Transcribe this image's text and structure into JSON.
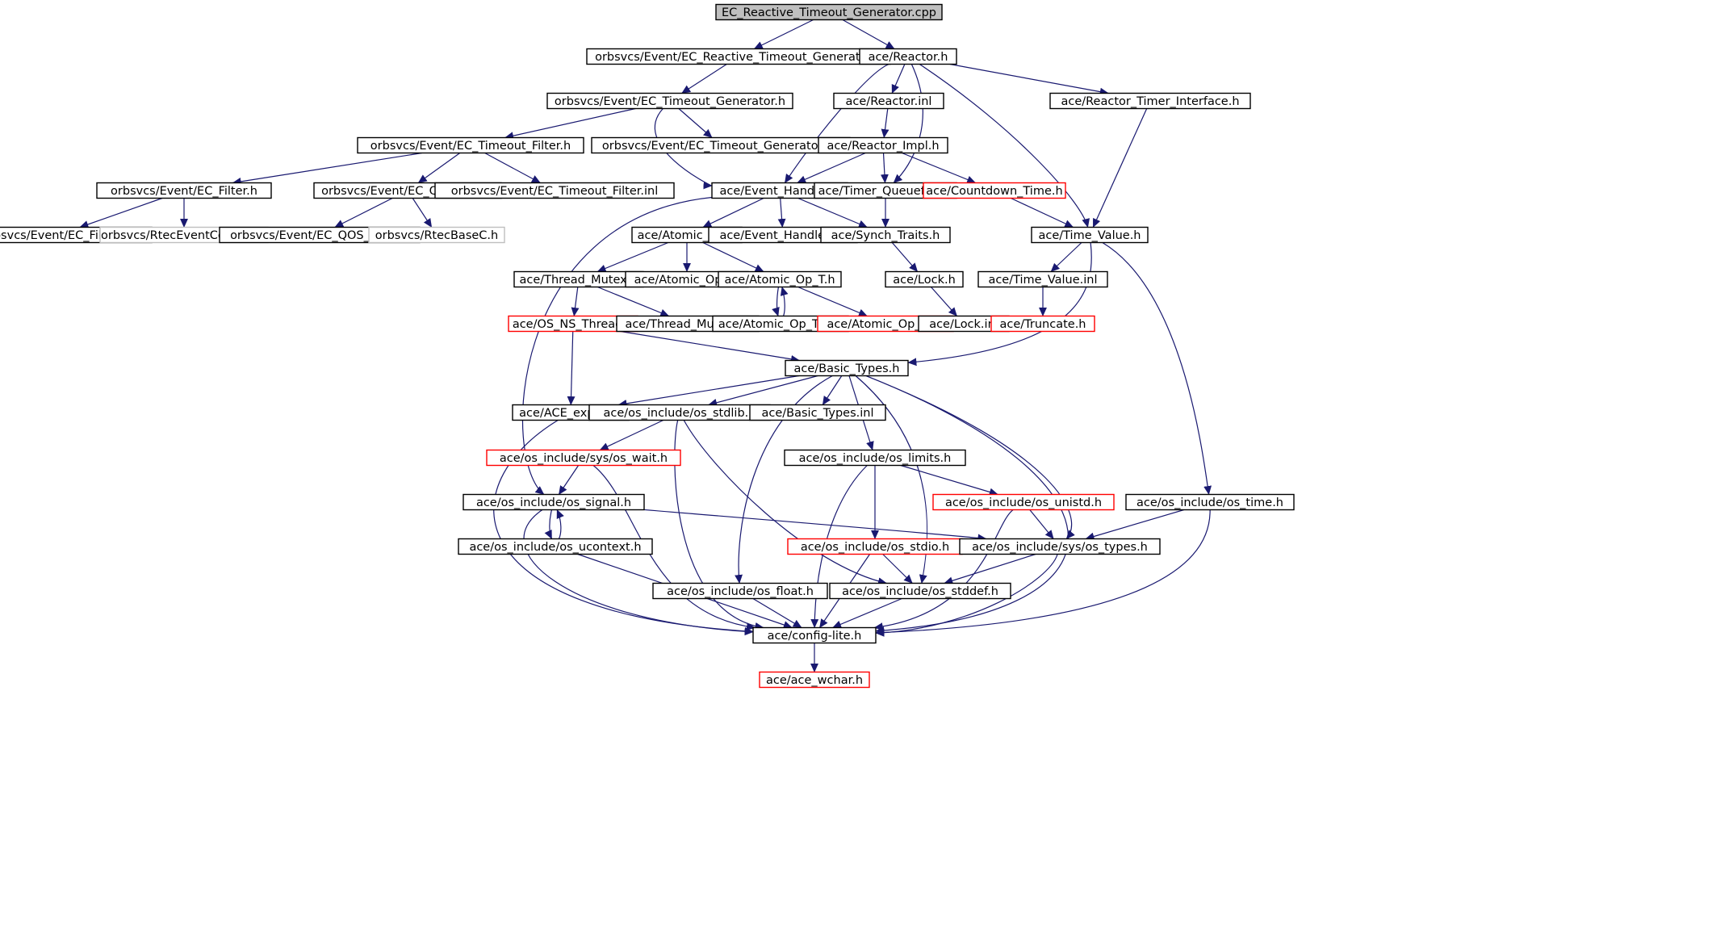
{
  "colors": {
    "edge": "#191970",
    "box_default": "#000000",
    "box_truncated": "#ff0000",
    "box_external": "#bfbfbf",
    "root_fill": "#bfbfbf"
  },
  "nodes": [
    {
      "id": "root",
      "label": "EC_Reactive_Timeout_Generator.cpp",
      "style": "root"
    },
    {
      "id": "ecrtg_h",
      "label": "orbsvcs/Event/EC_Reactive_Timeout_Generator.h",
      "style": "default"
    },
    {
      "id": "reactor_h",
      "label": "ace/Reactor.h",
      "style": "default"
    },
    {
      "id": "ectg_h",
      "label": "orbsvcs/Event/EC_Timeout_Generator.h",
      "style": "default"
    },
    {
      "id": "reactor_inl",
      "label": "ace/Reactor.inl",
      "style": "default"
    },
    {
      "id": "rti_h",
      "label": "ace/Reactor_Timer_Interface.h",
      "style": "default"
    },
    {
      "id": "ectf_h",
      "label": "orbsvcs/Event/EC_Timeout_Filter.h",
      "style": "default"
    },
    {
      "id": "ectg_inl",
      "label": "orbsvcs/Event/EC_Timeout_Generator.inl",
      "style": "default"
    },
    {
      "id": "reactor_impl_h",
      "label": "ace/Reactor_Impl.h",
      "style": "default"
    },
    {
      "id": "ecf_h",
      "label": "orbsvcs/Event/EC_Filter.h",
      "style": "default"
    },
    {
      "id": "ecqos_h",
      "label": "orbsvcs/Event/EC_QOS_Info.h",
      "style": "default"
    },
    {
      "id": "ectf_inl",
      "label": "orbsvcs/Event/EC_Timeout_Filter.inl",
      "style": "default"
    },
    {
      "id": "evh_h",
      "label": "ace/Event_Handler.h",
      "style": "default"
    },
    {
      "id": "tqfwd_h",
      "label": "ace/Timer_Queuefwd.h",
      "style": "default"
    },
    {
      "id": "cdt_h",
      "label": "ace/Countdown_Time.h",
      "style": "truncated"
    },
    {
      "id": "ecf_inl",
      "label": "orbsvcs/Event/EC_Filter.inl",
      "style": "default"
    },
    {
      "id": "rtecevcc_h",
      "label": "orbsvcs/RtecEventCommC.h",
      "style": "external"
    },
    {
      "id": "ecqos_inl",
      "label": "orbsvcs/Event/EC_QOS_Info.inl",
      "style": "default"
    },
    {
      "id": "rtecbasec_h",
      "label": "orbsvcs/RtecBaseC.h",
      "style": "external"
    },
    {
      "id": "atomic_op_h",
      "label": "ace/Atomic_Op.h",
      "style": "default"
    },
    {
      "id": "evh_inl",
      "label": "ace/Event_Handler.inl",
      "style": "default"
    },
    {
      "id": "synch_traits_h",
      "label": "ace/Synch_Traits.h",
      "style": "default"
    },
    {
      "id": "time_value_h",
      "label": "ace/Time_Value.h",
      "style": "default"
    },
    {
      "id": "thread_mutex_h",
      "label": "ace/Thread_Mutex.h",
      "style": "default"
    },
    {
      "id": "atomic_op_inl",
      "label": "ace/Atomic_Op.inl",
      "style": "default"
    },
    {
      "id": "atomic_op_t_h",
      "label": "ace/Atomic_Op_T.h",
      "style": "default"
    },
    {
      "id": "lock_h",
      "label": "ace/Lock.h",
      "style": "default"
    },
    {
      "id": "time_value_inl",
      "label": "ace/Time_Value.inl",
      "style": "default"
    },
    {
      "id": "os_ns_thread_h",
      "label": "ace/OS_NS_Thread.h",
      "style": "truncated"
    },
    {
      "id": "thread_mutex_inl",
      "label": "ace/Thread_Mutex.inl",
      "style": "default"
    },
    {
      "id": "atomic_op_t_cpp",
      "label": "ace/Atomic_Op_T.cpp",
      "style": "default"
    },
    {
      "id": "atomic_op_t_inl",
      "label": "ace/Atomic_Op_T.inl",
      "style": "truncated"
    },
    {
      "id": "lock_inl",
      "label": "ace/Lock.inl",
      "style": "default"
    },
    {
      "id": "truncate_h",
      "label": "ace/Truncate.h",
      "style": "truncated"
    },
    {
      "id": "basic_types_h",
      "label": "ace/Basic_Types.h",
      "style": "default"
    },
    {
      "id": "ace_export_h",
      "label": "ace/ACE_export.h",
      "style": "default"
    },
    {
      "id": "os_stdlib_h",
      "label": "ace/os_include/os_stdlib.h",
      "style": "default"
    },
    {
      "id": "basic_types_inl",
      "label": "ace/Basic_Types.inl",
      "style": "default"
    },
    {
      "id": "os_wait_h",
      "label": "ace/os_include/sys/os_wait.h",
      "style": "truncated"
    },
    {
      "id": "os_limits_h",
      "label": "ace/os_include/os_limits.h",
      "style": "default"
    },
    {
      "id": "os_signal_h",
      "label": "ace/os_include/os_signal.h",
      "style": "default"
    },
    {
      "id": "os_unistd_h",
      "label": "ace/os_include/os_unistd.h",
      "style": "truncated"
    },
    {
      "id": "os_time_h",
      "label": "ace/os_include/os_time.h",
      "style": "default"
    },
    {
      "id": "os_ucontext_h",
      "label": "ace/os_include/os_ucontext.h",
      "style": "default"
    },
    {
      "id": "os_stdio_h",
      "label": "ace/os_include/os_stdio.h",
      "style": "truncated"
    },
    {
      "id": "os_types_h",
      "label": "ace/os_include/sys/os_types.h",
      "style": "default"
    },
    {
      "id": "os_float_h",
      "label": "ace/os_include/os_float.h",
      "style": "default"
    },
    {
      "id": "os_stddef_h",
      "label": "ace/os_include/os_stddef.h",
      "style": "default"
    },
    {
      "id": "config_lite_h",
      "label": "ace/config-lite.h",
      "style": "default"
    },
    {
      "id": "ace_wchar_h",
      "label": "ace/ace_wchar.h",
      "style": "truncated"
    }
  ],
  "edges": [
    [
      "root",
      "ecrtg_h"
    ],
    [
      "root",
      "reactor_h"
    ],
    [
      "ecrtg_h",
      "ectg_h"
    ],
    [
      "reactor_h",
      "reactor_inl"
    ],
    [
      "reactor_h",
      "rti_h"
    ],
    [
      "reactor_h",
      "evh_h"
    ],
    [
      "reactor_h",
      "tqfwd_h"
    ],
    [
      "reactor_h",
      "time_value_h"
    ],
    [
      "ectg_h",
      "ectf_h"
    ],
    [
      "ectg_h",
      "ectg_inl"
    ],
    [
      "ectg_h",
      "evh_h"
    ],
    [
      "reactor_inl",
      "reactor_impl_h"
    ],
    [
      "rti_h",
      "time_value_h"
    ],
    [
      "ectf_h",
      "ecf_h"
    ],
    [
      "ectf_h",
      "ecqos_h"
    ],
    [
      "ectf_h",
      "ectf_inl"
    ],
    [
      "reactor_impl_h",
      "evh_h"
    ],
    [
      "reactor_impl_h",
      "tqfwd_h"
    ],
    [
      "reactor_impl_h",
      "cdt_h"
    ],
    [
      "ecf_h",
      "ecf_inl"
    ],
    [
      "ecf_h",
      "rtecevcc_h"
    ],
    [
      "ecqos_h",
      "ecqos_inl"
    ],
    [
      "ecqos_h",
      "rtecbasec_h"
    ],
    [
      "evh_h",
      "atomic_op_h"
    ],
    [
      "evh_h",
      "evh_inl"
    ],
    [
      "evh_h",
      "synch_traits_h"
    ],
    [
      "evh_h",
      "os_signal_h"
    ],
    [
      "tqfwd_h",
      "synch_traits_h"
    ],
    [
      "cdt_h",
      "time_value_h"
    ],
    [
      "synch_traits_h",
      "lock_h"
    ],
    [
      "atomic_op_h",
      "thread_mutex_h"
    ],
    [
      "atomic_op_h",
      "atomic_op_inl"
    ],
    [
      "atomic_op_h",
      "atomic_op_t_h"
    ],
    [
      "time_value_h",
      "time_value_inl"
    ],
    [
      "time_value_h",
      "basic_types_h"
    ],
    [
      "time_value_h",
      "os_time_h"
    ],
    [
      "thread_mutex_h",
      "os_ns_thread_h"
    ],
    [
      "thread_mutex_h",
      "thread_mutex_inl"
    ],
    [
      "atomic_op_t_h",
      "atomic_op_t_cpp"
    ],
    [
      "atomic_op_t_cpp",
      "atomic_op_t_h"
    ],
    [
      "atomic_op_t_h",
      "atomic_op_t_inl"
    ],
    [
      "lock_h",
      "lock_inl"
    ],
    [
      "time_value_inl",
      "truncate_h"
    ],
    [
      "os_ns_thread_h",
      "ace_export_h"
    ],
    [
      "os_ns_thread_h",
      "basic_types_h"
    ],
    [
      "basic_types_h",
      "ace_export_h"
    ],
    [
      "basic_types_h",
      "os_stdlib_h"
    ],
    [
      "basic_types_h",
      "basic_types_inl"
    ],
    [
      "basic_types_h",
      "os_limits_h"
    ],
    [
      "basic_types_h",
      "os_float_h"
    ],
    [
      "basic_types_h",
      "os_stddef_h"
    ],
    [
      "basic_types_h",
      "os_types_h"
    ],
    [
      "basic_types_h",
      "config_lite_h"
    ],
    [
      "ace_export_h",
      "config_lite_h"
    ],
    [
      "os_stdlib_h",
      "os_wait_h"
    ],
    [
      "os_stdlib_h",
      "config_lite_h"
    ],
    [
      "os_stdlib_h",
      "os_stddef_h"
    ],
    [
      "os_wait_h",
      "os_signal_h"
    ],
    [
      "os_wait_h",
      "config_lite_h"
    ],
    [
      "os_limits_h",
      "os_unistd_h"
    ],
    [
      "os_limits_h",
      "os_stdio_h"
    ],
    [
      "os_limits_h",
      "config_lite_h"
    ],
    [
      "os_signal_h",
      "os_ucontext_h"
    ],
    [
      "os_ucontext_h",
      "os_signal_h"
    ],
    [
      "os_signal_h",
      "os_types_h"
    ],
    [
      "os_signal_h",
      "config_lite_h"
    ],
    [
      "os_unistd_h",
      "os_types_h"
    ],
    [
      "os_unistd_h",
      "config_lite_h"
    ],
    [
      "os_time_h",
      "os_types_h"
    ],
    [
      "os_time_h",
      "config_lite_h"
    ],
    [
      "os_ucontext_h",
      "config_lite_h"
    ],
    [
      "os_stdio_h",
      "os_stddef_h"
    ],
    [
      "os_stdio_h",
      "config_lite_h"
    ],
    [
      "os_types_h",
      "os_stddef_h"
    ],
    [
      "os_types_h",
      "config_lite_h"
    ],
    [
      "os_float_h",
      "config_lite_h"
    ],
    [
      "os_stddef_h",
      "config_lite_h"
    ],
    [
      "config_lite_h",
      "ace_wchar_h"
    ]
  ]
}
